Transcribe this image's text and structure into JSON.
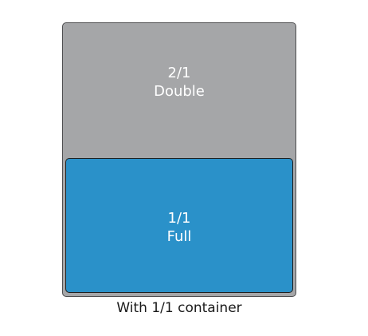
{
  "outer_container": {
    "fraction": "2/1",
    "name": "Double",
    "color": "#a5a6a8"
  },
  "inner_container": {
    "fraction": "1/1",
    "name": "Full",
    "color": "#2a91c9"
  },
  "caption": "With 1/1 container"
}
